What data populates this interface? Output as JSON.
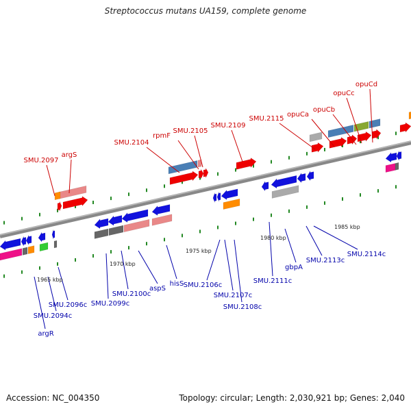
{
  "title": "Streptococcus mutans UA159, complete genome",
  "footer": {
    "accession": "Accession: NC_004350",
    "summary": "Topology: circular; Length: 2,030,921 bp; Genes: 2,040"
  },
  "scale_labels": [
    "1965 kbp",
    "1970 kbp",
    "1975 kbp",
    "1980 kbp",
    "1985 kbp"
  ],
  "upper_labels": [
    "SMU.2097",
    "argS",
    "SMU.2104",
    "rpmF",
    "SMU.2105",
    "SMU.2109",
    "SMU.2115",
    "opuCa",
    "opuCb",
    "opuCc",
    "opuCd"
  ],
  "lower_labels": [
    "argR",
    "SMU.2094c",
    "SMU.2096c",
    "SMU.2099c",
    "SMU.2100c",
    "aspS",
    "hisS",
    "SMU.2106c",
    "SMU.2107c",
    "SMU.2108c",
    "SMU.2111c",
    "gbpA",
    "SMU.2113c",
    "SMU.2114c"
  ],
  "colors": {
    "forward": "#ee0000",
    "reverse": "#1111dd",
    "salmon": "#e98888",
    "steel": "#4a7fb5",
    "orange": "#ff8c00",
    "green": "#33cc33",
    "olive": "#88a832",
    "magenta": "#ee1188",
    "gray": "#aaaaaa",
    "darkgray": "#666666",
    "tick": "#228822",
    "backbone": "#888888",
    "upper_text": "#cc0000",
    "lower_text": "#0000aa"
  }
}
